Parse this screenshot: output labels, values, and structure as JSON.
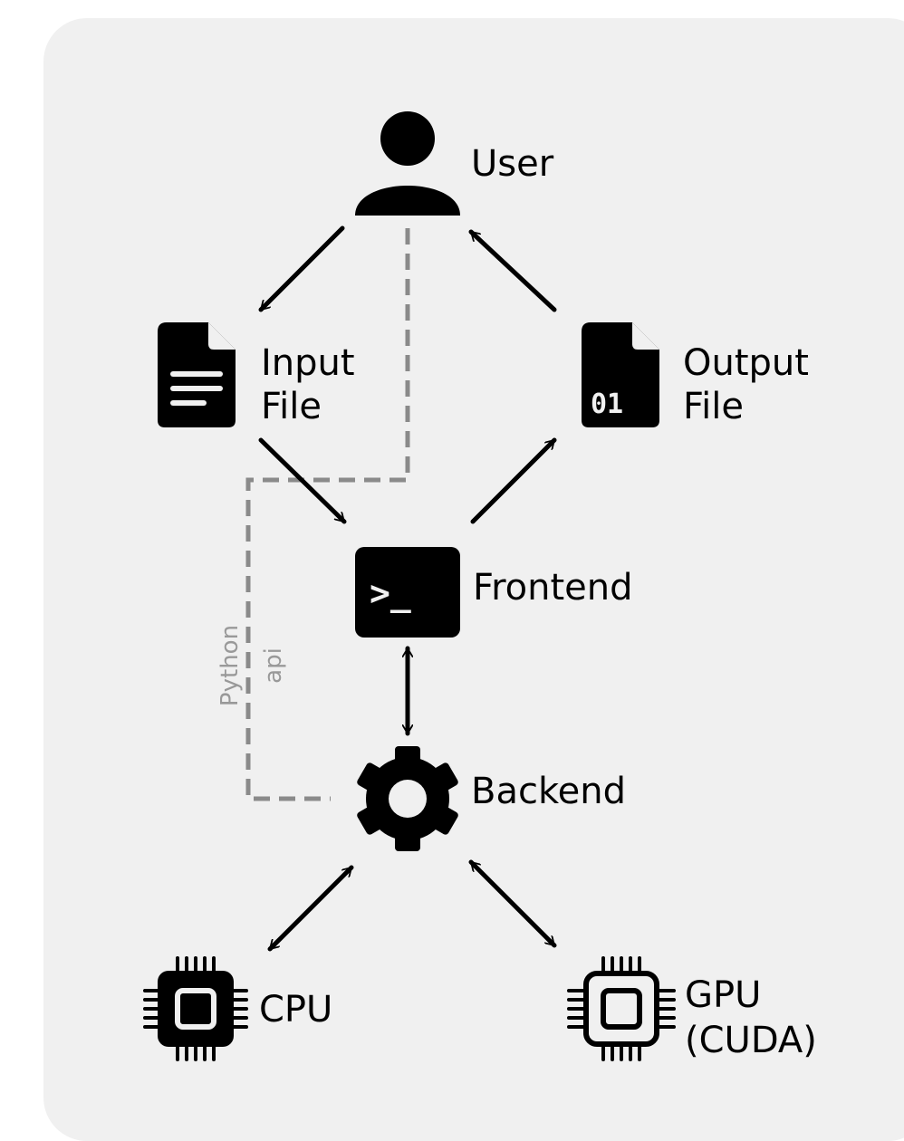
{
  "nodes": {
    "user": {
      "label": "User",
      "icon": "user-icon"
    },
    "input_file": {
      "label_line1": "Input",
      "label_line2": "File",
      "icon": "document-icon"
    },
    "output_file": {
      "label_line1": "Output",
      "label_line2": "File",
      "icon": "binary-file-icon",
      "icon_text": "01"
    },
    "frontend": {
      "label": "Frontend",
      "icon": "terminal-icon",
      "icon_text": ">_"
    },
    "backend": {
      "label": "Backend",
      "icon": "gear-icon"
    },
    "cpu": {
      "label": "CPU",
      "icon": "cpu-chip-icon"
    },
    "gpu": {
      "label_line1": "GPU",
      "label_line2": "(CUDA)",
      "icon": "gpu-chip-icon"
    }
  },
  "python_api": {
    "line1": "Python",
    "line2": "api"
  },
  "colors": {
    "panel": "#f0f0f0",
    "icon": "#000000",
    "dashed": "#8a8a8a",
    "api_text": "#999999"
  }
}
